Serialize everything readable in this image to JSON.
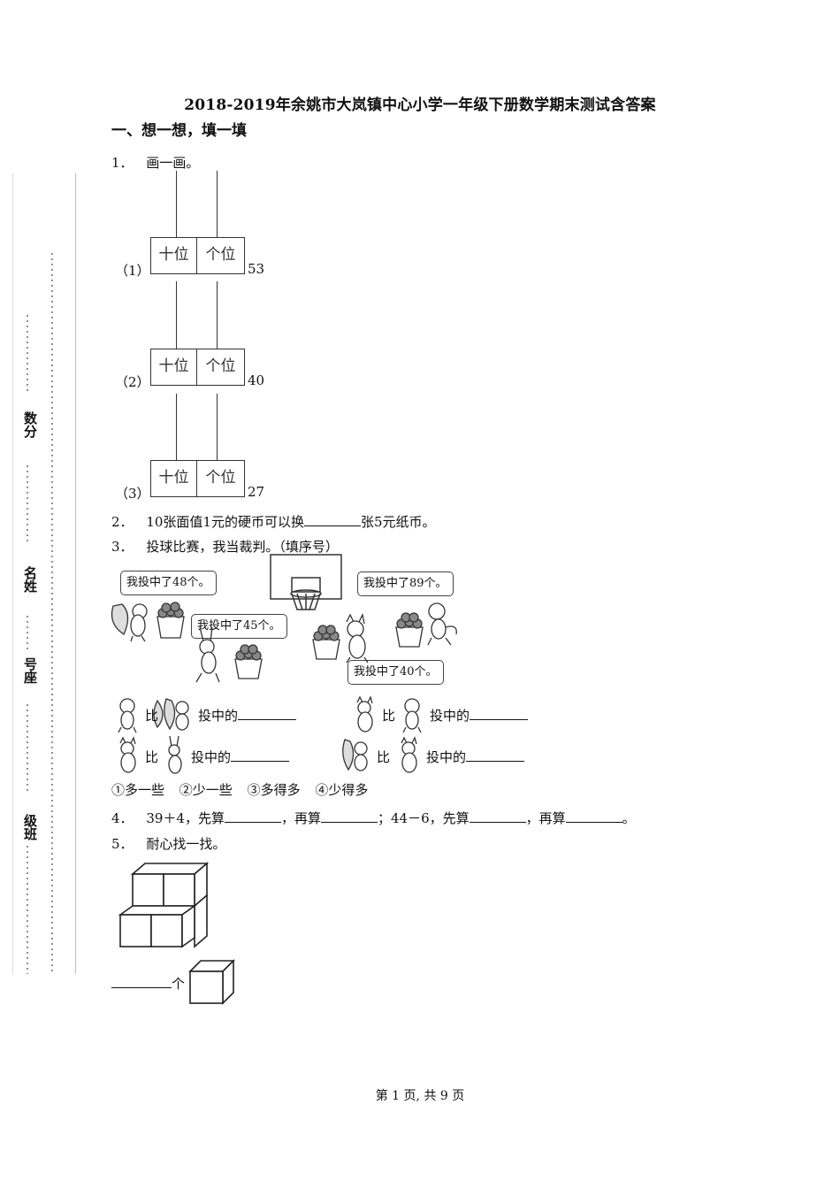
{
  "title": "2018-2019年余姚市大岚镇中心小学一年级下册数学期末测试含答案",
  "section1": "一、想一想，填一填",
  "binding": {
    "labels": [
      "数分",
      "名姓",
      "号座",
      "级班"
    ]
  },
  "q1": {
    "num": "1．",
    "text": "画一画。",
    "items": [
      {
        "label": "（1）",
        "tens": "十位",
        "ones": "个位",
        "value": "53"
      },
      {
        "label": "（2）",
        "tens": "十位",
        "ones": "个位",
        "value": "40"
      },
      {
        "label": "（3）",
        "tens": "十位",
        "ones": "个位",
        "value": "27"
      }
    ]
  },
  "q2": {
    "num": "2．",
    "text_a": "10张面值1元的硬币可以换",
    "text_b": "张5元纸币。"
  },
  "q3": {
    "num": "3．",
    "text": "投球比赛，我当裁判。（填序号）",
    "bubbles": [
      "我投中了48个。",
      "我投中了45个。",
      "我投中了89个。",
      "我投中了40个。"
    ],
    "compare_word": "比",
    "compare_tail": "投中的",
    "options": [
      "①多一些",
      "②少一些",
      "③多得多",
      "④少得多"
    ]
  },
  "q4": {
    "num": "4．",
    "a": "39＋4，先算",
    "b": "，再算",
    "c": "；44－6，先算",
    "d": "，再算",
    "e": "。"
  },
  "q5": {
    "num": "5．",
    "text": "耐心找一找。",
    "unit": "个"
  },
  "footer": "第 1 页, 共 9 页"
}
